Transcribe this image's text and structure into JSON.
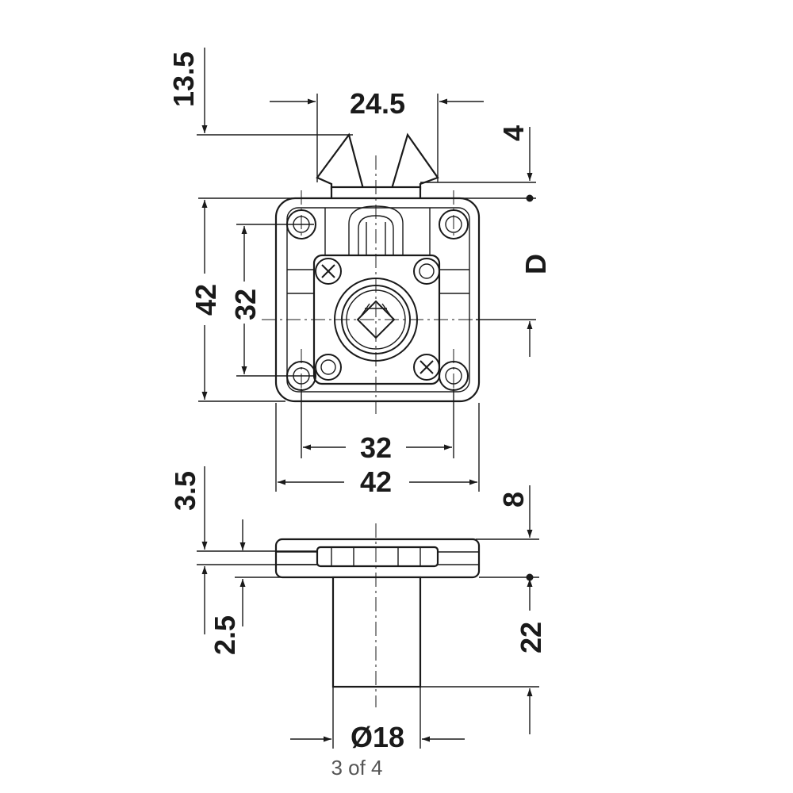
{
  "dimensions": {
    "top_offset": "13.5",
    "catch_width": "24.5",
    "catch_height": "4",
    "plate_height_outer": "42",
    "plate_height_inner": "32",
    "ref_d": "D",
    "plate_width_inner": "32",
    "plate_width_outer": "42",
    "flange_step": "3.5",
    "body_thickness": "8",
    "recess": "2.5",
    "cylinder_length": "22",
    "cylinder_diameter": "Ø18"
  },
  "pager": {
    "label": "3 of 4"
  },
  "colors": {
    "line": "#1a1a1a",
    "pager_text": "#555555"
  }
}
